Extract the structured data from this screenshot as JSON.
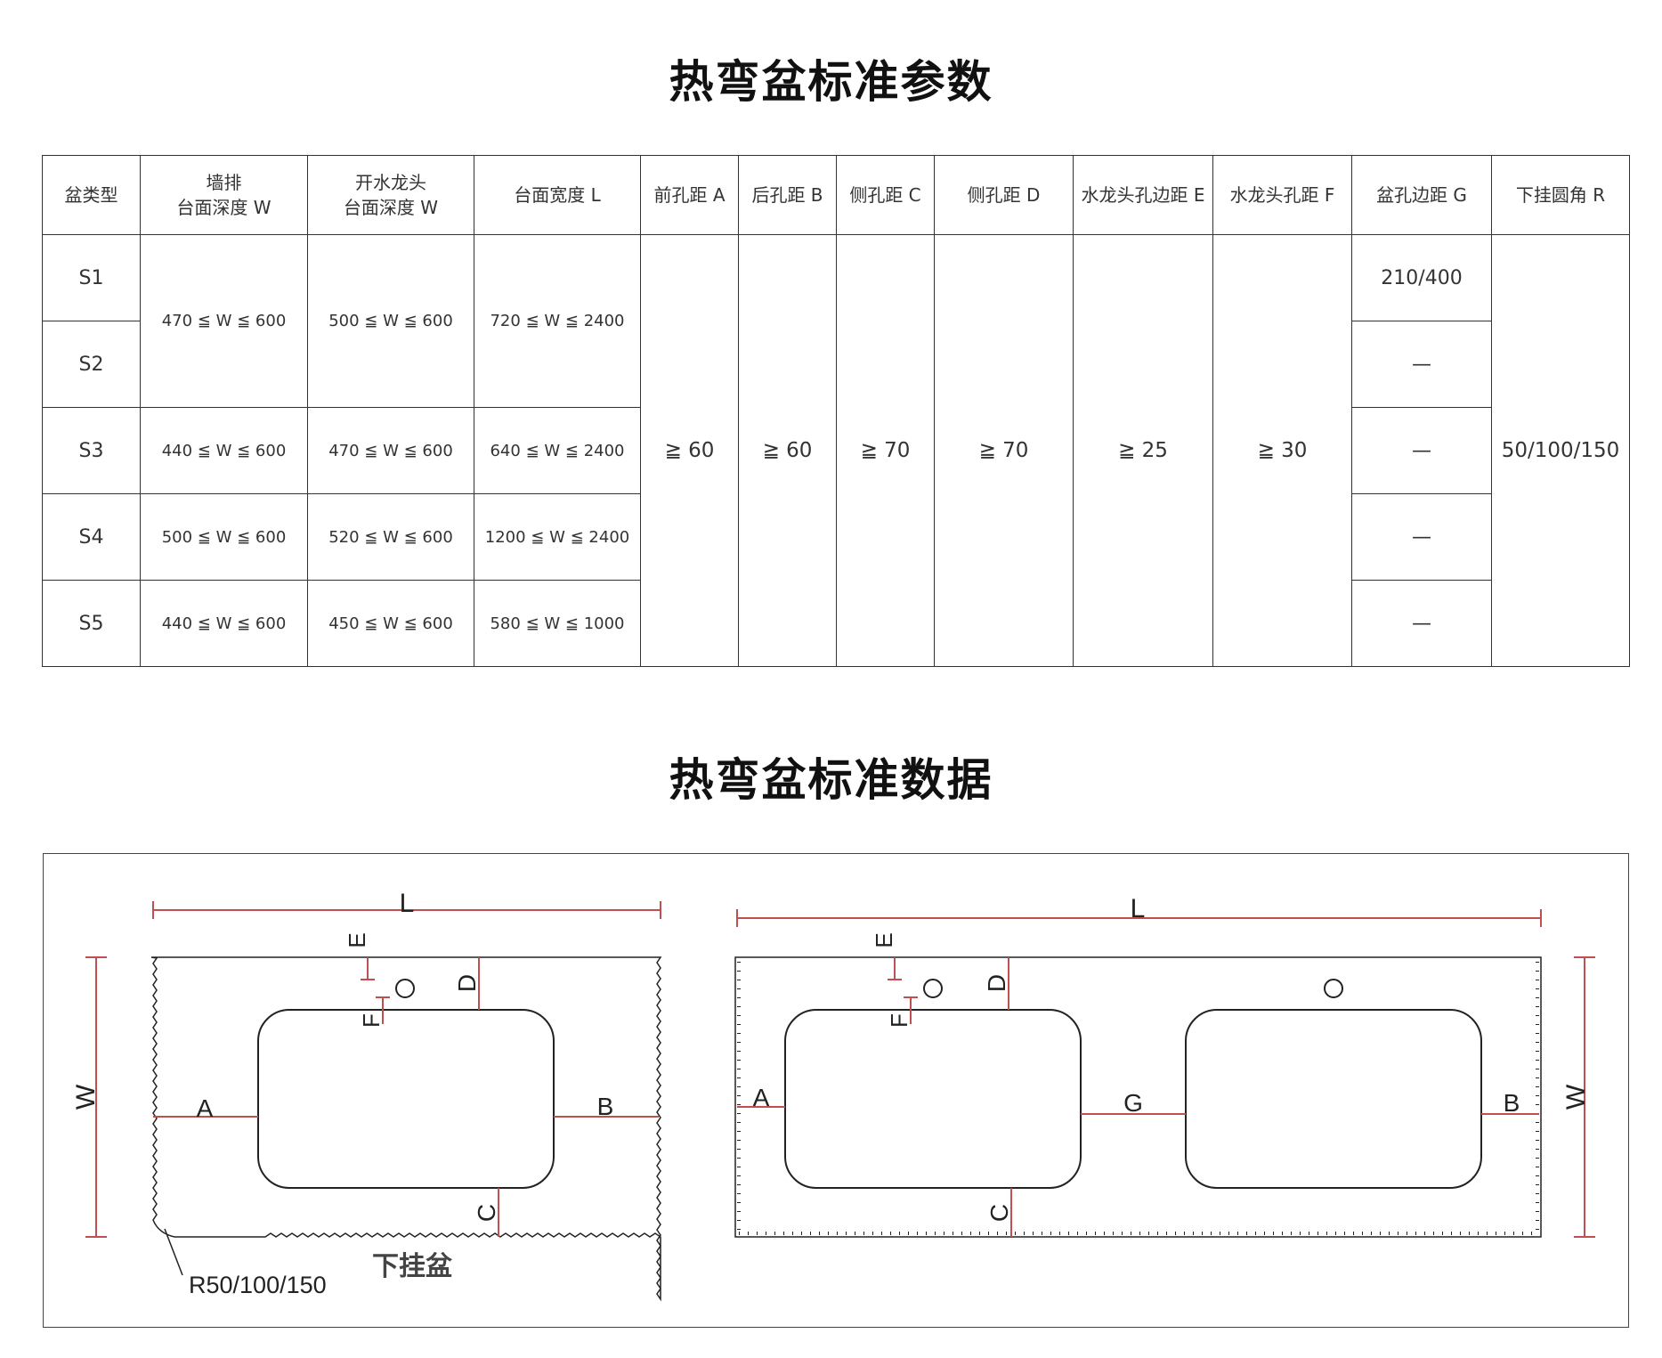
{
  "titles": {
    "params": "热弯盆标准参数",
    "data": "热弯盆标准数据"
  },
  "table": {
    "headers": [
      {
        "lines": [
          "盆类型"
        ]
      },
      {
        "lines": [
          "墙排",
          "台面深度 W"
        ]
      },
      {
        "lines": [
          "开水龙头",
          "台面深度 W"
        ]
      },
      {
        "lines": [
          "台面宽度 L"
        ]
      },
      {
        "lines": [
          "前孔距 A"
        ]
      },
      {
        "lines": [
          "后孔距 B"
        ]
      },
      {
        "lines": [
          "侧孔距 C"
        ]
      },
      {
        "lines": [
          "侧孔距 D"
        ]
      },
      {
        "lines": [
          "水龙头孔边距 E"
        ]
      },
      {
        "lines": [
          "水龙头孔距 F"
        ]
      },
      {
        "lines": [
          "盆孔边距 G"
        ]
      },
      {
        "lines": [
          "下挂圆角 R"
        ]
      }
    ],
    "types": [
      "S1",
      "S2",
      "S3",
      "S4",
      "S5"
    ],
    "groups": [
      {
        "wall_w": "470 ≦ W ≦ 600",
        "faucet_w": "500 ≦ W ≦ 600",
        "length": "720 ≦ W ≦ 2400"
      },
      {
        "wall_w": "440 ≦ W ≦ 600",
        "faucet_w": "470 ≦ W ≦ 600",
        "length": "640 ≦ W ≦ 2400"
      },
      {
        "wall_w": "500 ≦ W ≦ 600",
        "faucet_w": "520 ≦ W ≦ 600",
        "length": "1200 ≦ W ≦ 2400"
      },
      {
        "wall_w": "440 ≦ W ≦ 600",
        "faucet_w": "450 ≦ W ≦ 600",
        "length": "580 ≦ W ≦ 1000"
      }
    ],
    "common": {
      "a": "≧ 60",
      "b": "≧ 60",
      "c": "≧ 70",
      "d": "≧ 70",
      "e": "≧ 25",
      "f": "≧ 30",
      "r": "50/100/150"
    },
    "g_values": [
      "210/400",
      "—",
      "—",
      "—",
      "—"
    ]
  },
  "diagram": {
    "left": {
      "L": "L",
      "W": "W",
      "A": "A",
      "B": "B",
      "C": "C",
      "D": "D",
      "E": "E",
      "F": "F",
      "radius_note": "R50/100/150",
      "caption": "下挂盆"
    },
    "right": {
      "L": "L",
      "W": "W",
      "A": "A",
      "B": "B",
      "C": "C",
      "D": "D",
      "E": "E",
      "F": "F",
      "G": "G"
    },
    "colors": {
      "dimension": "#c0504d",
      "outline": "#222222"
    }
  }
}
